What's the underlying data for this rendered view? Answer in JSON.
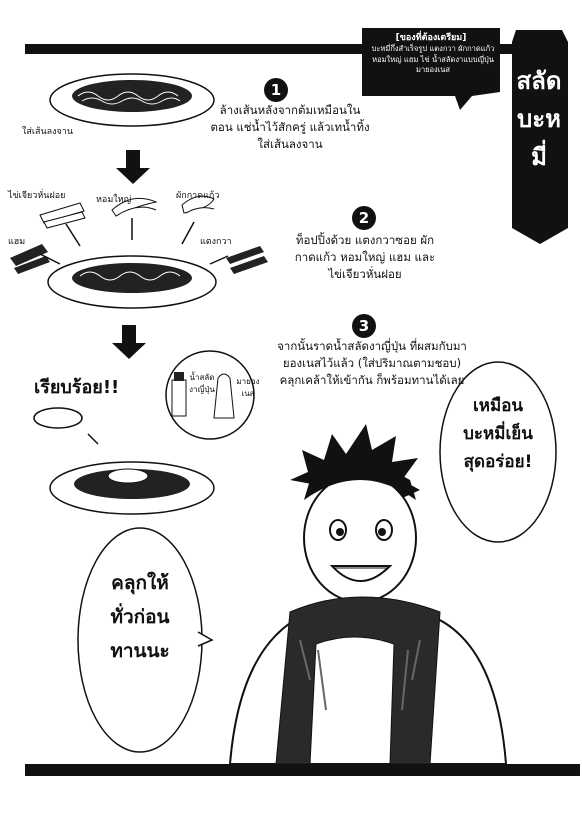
{
  "side_title": "สลัดบะหมี่",
  "ingredients_box": {
    "heading": "[ของที่ต้องเตรียม]",
    "body": "บะหมี่กึ่งสำเร็จรูป แตงกวา ผักกาดแก้ว หอมใหญ่ แฮม ไข่ น้ำสลัดงาแบบญี่ปุ่น มายองเนส"
  },
  "steps": [
    {
      "num": "1",
      "text": "ล้างเส้นหลังจากต้มเหมือนในตอน แช่น้ำไว้สักครู่ แล้วเทน้ำทิ้ง ใส่เส้นลงจาน"
    },
    {
      "num": "2",
      "text": "ท็อปปิ้งด้วย แตงกวาซอย ผักกาดแก้ว หอมใหญ่ แฮม และไข่เจียวหั่นฝอย"
    },
    {
      "num": "3",
      "text": "จากนั้นราดน้ำสลัดงาญี่ปุ่น ที่ผสมกับมายองเนสไว้แล้ว (ใส่ปริมาณตามชอบ) คลุกเคล้าให้เข้ากัน ก็พร้อมทานได้เลย"
    }
  ],
  "labels": {
    "noodles_on_plate": "ใส่เส้นลงจาน",
    "egg": "ไข่เจียวหั่นฝอย",
    "onion": "หอมใหญ่",
    "lettuce": "ผักกาดแก้ว",
    "ham": "แฮม",
    "cucumber": "แตงกวา",
    "done": "เรียบร้อย!!",
    "dressing_bottle": "น้ำสลัดงาญี่ปุ่น",
    "mayo_bottle": "มายองเนส"
  },
  "speech": {
    "right": "เหมือนบะหมี่เย็นสุดอร่อย!",
    "left": "คลุกให้ทั่วก่อนทานนะ"
  }
}
